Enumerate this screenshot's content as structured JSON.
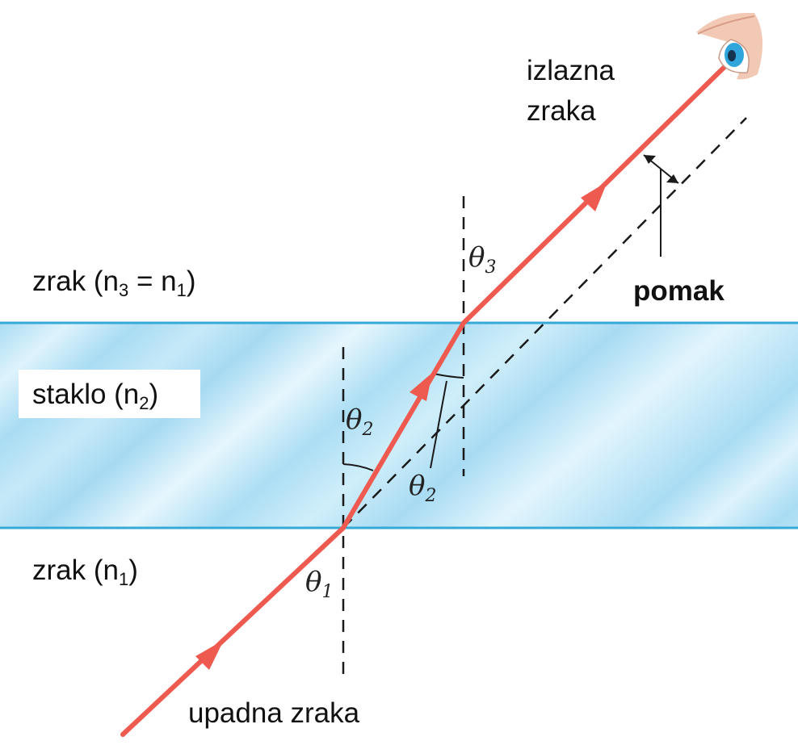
{
  "labels": {
    "izlazna": "izlazna",
    "zraka_out": "zraka",
    "pomak": "pomak",
    "zrak_top_a": "zrak (n",
    "zrak_top_sub3": "3",
    "zrak_top_eq": " = n",
    "zrak_top_sub1": "1",
    "zrak_top_close": ")",
    "staklo_a": "staklo (n",
    "staklo_sub": "2",
    "staklo_close": ")",
    "zrak_bot_a": "zrak (n",
    "zrak_bot_sub": "1",
    "zrak_bot_close": ")",
    "upadna": "upadna zraka"
  },
  "angles": {
    "theta": "θ",
    "t1": "1",
    "t2": "2",
    "t3": "3"
  },
  "colors": {
    "ray": "#ee5a4f",
    "glass": "#bfe6f7",
    "glass_edge": "#36a9d6",
    "dashed": "#1a1a1a"
  },
  "icons": {
    "viewer": "eye-icon"
  }
}
